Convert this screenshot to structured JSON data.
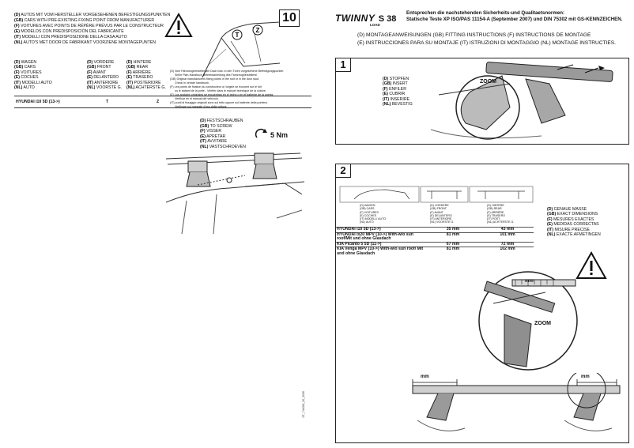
{
  "left_page": {
    "page_number": "10",
    "header_lines": [
      {
        "code": "(D)",
        "text": "AUTOS MIT VOM HERSTELLER VORGESEHENEN BEFESTIGUNGSPUNKTEN"
      },
      {
        "code": "(GB)",
        "text": "CARS WITH PRE-EXISTING FIXING POINT FROM MANUFACTURER"
      },
      {
        "code": "(F)",
        "text": "VOITURES AVEC POINTS DE RÉPÈRE PRÉVUS PAR LE CONSTRUCTEUR"
      },
      {
        "code": "(E)",
        "text": "MODELOS CON PREDISPOSICIÓN DEL FABRICANTE"
      },
      {
        "code": "(IT)",
        "text": "MODELLI CON PREDISPOSIZIONE DELLA CASA AUTO"
      },
      {
        "code": "(NL)",
        "text": "AUTO'S MET DOOR DE FABRIKANT VOORZIENE MONTAGEPUNTEN"
      }
    ],
    "car_labels": [
      {
        "code": "(D)",
        "text": "WAGEN"
      },
      {
        "code": "(GB)",
        "text": "CARS"
      },
      {
        "code": "(F)",
        "text": "VOITURES"
      },
      {
        "code": "(E)",
        "text": "COCHES"
      },
      {
        "code": "(IT)",
        "text": "MODELLI AUTO"
      },
      {
        "code": "(NL)",
        "text": "AUTO"
      }
    ],
    "front_labels": [
      {
        "code": "(D)",
        "text": "VORDERE"
      },
      {
        "code": "(GB)",
        "text": "FRONT"
      },
      {
        "code": "(F)",
        "text": "AVANT"
      },
      {
        "code": "(E)",
        "text": "DELANTERO"
      },
      {
        "code": "(IT)",
        "text": "ANTERIORE"
      },
      {
        "code": "(NL)",
        "text": "VOORSTE G."
      }
    ],
    "rear_labels": [
      {
        "code": "(D)",
        "text": "HINTERE"
      },
      {
        "code": "(GB)",
        "text": "REAR"
      },
      {
        "code": "(F)",
        "text": "ARRIÈRE"
      },
      {
        "code": "(E)",
        "text": "TRASERO"
      },
      {
        "code": "(IT)",
        "text": "POSTERIORE"
      },
      {
        "code": "(NL)",
        "text": "ACHTERSTE G."
      }
    ],
    "car_row": {
      "model": "HYUNDAI i10 5D (13->)",
      "col_t": "T",
      "col_z": "Z"
    },
    "marker_t": "T",
    "marker_z": "Z",
    "notes": [
      "(D) Vom Fahrzeughersteller am Dach bzw. in den Türen vorgesehene Befestigungspunkte.",
      "Siehe Plan-Handbuch Betriebsanleitung des Fahrzeugherstellers!",
      "(GB) Original manufacturers fixing points in the roof or in the door stud.",
      "Check in vehicle handbook.",
      "(F) Les points de fixation du constructeur à l'origine se trouvent sur le toit",
      "ou le battant de la porte - Vérifier dans le manuel technique de la voiture.",
      "(E) Los anclajes originales se encuentran en el techo o en el batiente de la puerta.",
      "Verificar en el manual del vehículo.",
      "(IT) punti di fissaggio originali sono sul tetto oppure sul battente della portiera.",
      "Verificare sul manuale d'uso della vettura."
    ],
    "torque_labels": [
      {
        "code": "(D)",
        "text": "FESTSCHRAUBEN"
      },
      {
        "code": "(GB)",
        "text": "TO SCREW"
      },
      {
        "code": "(F)",
        "text": "VISSER"
      },
      {
        "code": "(E)",
        "text": "APRETAR"
      },
      {
        "code": "(IT)",
        "text": "AVVITARE"
      },
      {
        "code": "(NL)",
        "text": "VASTSCHROEVEN"
      }
    ],
    "torque_value": "5 Nm",
    "side_code": "ST_744026_20_2036"
  },
  "right_page": {
    "brand": "TWINNY",
    "model": "S 38",
    "brand_sub": "LOAD",
    "norms": [
      "Entsprechen die nachstehenden Sicherheits-und Qualitaetsnormen:",
      "Statische Teste XP ISO/PAS 11154-A (September 2007) und DIN 75302 mit GS-KENNZEICHEN."
    ],
    "instructions_line1": "(D) MONTAGEANWEISUNGEN  (GB) FITTING INSTRUCTIONS  (F) INSTRUCTIONS DE MONTAGE",
    "instructions_line2": "(E) INSTRUCCIONES PARA SU MONTAJE (IT) ISTRUZIONI DI MONTAGGIO (NL) MONTAGE INSTRUCTIES.",
    "step1": {
      "number": "1",
      "labels": [
        {
          "code": "(D)",
          "text": "STOPFEN"
        },
        {
          "code": "(GB)",
          "text": "INSERT"
        },
        {
          "code": "(F)",
          "text": "ENFILER"
        },
        {
          "code": "(E)",
          "text": "CUBRIR"
        },
        {
          "code": "(IT)",
          "text": "INSERIRE"
        },
        {
          "code": "(NL)",
          "text": "BEVESTIG"
        }
      ],
      "zoom": "ZOOM"
    },
    "step2": {
      "number": "2",
      "col_car": [
        "(D) WAGEN",
        "(GB) CARS",
        "(F) VOITURES",
        "(E) COCHES",
        "(IT) MODELLI AUTO",
        "(NL) AUTO"
      ],
      "col_front": [
        "(D) VORDERE",
        "(GB) FRONT",
        "(F) AVANT",
        "(E) DELANTERO",
        "(IT) ANTERIORE",
        "(NL) VOORSTE G."
      ],
      "col_rear": [
        "(D) HINTERE",
        "(GB) REAR",
        "(F) ARRIÈRE",
        "(E) TRASERO",
        "(IT) POST.",
        "(NL) ACHTERSTE G."
      ],
      "rows": [
        {
          "model": "HYUNDAI i10 5D (13->)",
          "front": "35 mm",
          "rear": "43 mm"
        },
        {
          "model": "HYUNDAI ix20 MPV (10->) With-w/o sun roof/Mit und ohne Glasdach",
          "front": "81 mm",
          "rear": "101 mm"
        },
        {
          "model": "KIA Picanto 5 5D (11->)",
          "front": "67 mm",
          "rear": "72 mm"
        },
        {
          "model": "KIA Venga MPV (10->) With-w/o sun roof/ Mit und ohne Glasdach",
          "front": "81 mm",
          "rear": "102 mm"
        }
      ],
      "measure_labels": [
        {
          "code": "(D)",
          "text": "GENAUE MASSE"
        },
        {
          "code": "(GB)",
          "text": "EXACT DIMENSIONS"
        },
        {
          "code": "(F)",
          "text": "MESURES EXACTES"
        },
        {
          "code": "(E)",
          "text": "MEDIDAS CORRECTAS"
        },
        {
          "code": "(IT)",
          "text": "MISURE PRECISE"
        },
        {
          "code": "(NL)",
          "text": "EXACTE AFMETINGEN"
        }
      ],
      "zoom": "ZOOM",
      "mm_label": "mm"
    }
  }
}
